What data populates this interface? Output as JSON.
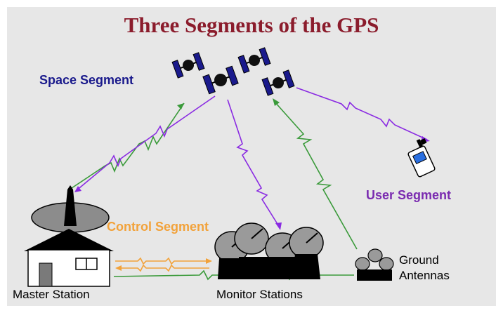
{
  "title": "Three Segments of the GPS",
  "segments": {
    "space": "Space Segment",
    "user": "User Segment",
    "control": "Control Segment"
  },
  "stations": {
    "master": "Master Station",
    "monitor": "Monitor Stations",
    "ground_line1": "Ground",
    "ground_line2": "Antennas"
  },
  "colors": {
    "title": "#8b1c2c",
    "space_label": "#1a1a8c",
    "user_label": "#7a2bb0",
    "control_label": "#f2a23a",
    "uplink": "#3a9a3a",
    "downlink": "#8a2be2",
    "control_link": "#f2a23a",
    "satellite_body": "#101010",
    "satellite_panel": "#1a1a8c",
    "background": "#e7e7e7"
  },
  "icons": [
    "satellite-icon",
    "gps-receiver-icon",
    "house-icon",
    "antenna-dish-icon"
  ]
}
